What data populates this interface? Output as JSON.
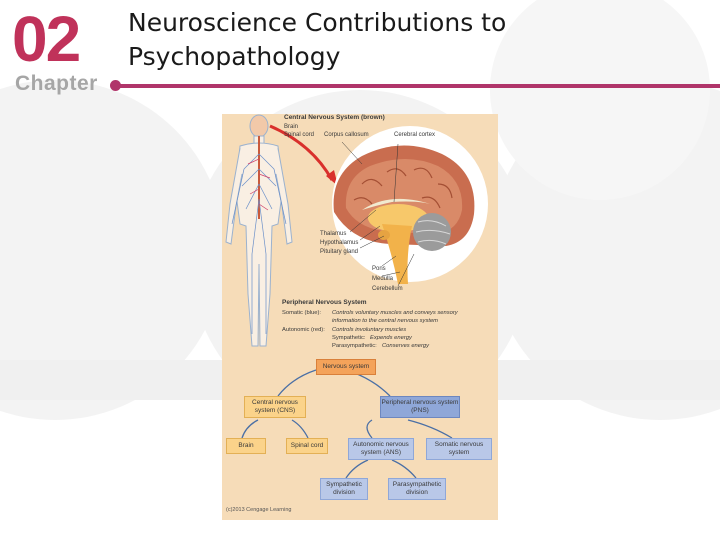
{
  "chapter": {
    "number": "02",
    "word": "Chapter"
  },
  "slide": {
    "title": "Neuroscience Contributions to Psychopathology"
  },
  "figure": {
    "cns_header": "Central Nervous System (brown)",
    "brain": "Brain",
    "spinal_cord": "Spinal cord",
    "corpus_callosum": "Corpus callosum",
    "cerebral_cortex": "Cerebral cortex",
    "thalamus": "Thalamus",
    "hypothalamus": "Hypothalamus",
    "pituitary": "Pituitary gland",
    "pons": "Pons",
    "medulla": "Medulla",
    "cerebellum": "Cerebellum",
    "pns_header": "Peripheral Nervous System",
    "somatic_label": "Somatic (blue):",
    "somatic_desc1": "Controls voluntary muscles and conveys sensory",
    "somatic_desc2": "information to the central nervous system",
    "autonomic_label": "Autonomic (red):",
    "autonomic_desc": "Controls involuntary muscles",
    "sympathetic_label": "Sympathetic:",
    "sympathetic_desc": "Expends energy",
    "parasympathetic_label": "Parasympathetic:",
    "parasympathetic_desc": "Conserves energy",
    "credit": "(c)2013 Cengage Learning"
  },
  "flowchart": {
    "nervous_system": "Nervous system",
    "cns": "Central nervous system (CNS)",
    "pns": "Peripheral nervous system (PNS)",
    "brain": "Brain",
    "spinal_cord": "Spinal cord",
    "ans": "Autonomic nervous system (ANS)",
    "somatic": "Somatic nervous system",
    "sympathetic": "Sympathetic division",
    "parasympathetic": "Parasympathetic division"
  },
  "colors": {
    "accent": "#b0356a",
    "chapter_number": "#c0325a",
    "figure_bg": "#f6dcb8",
    "cns_box": "#fbd38a",
    "root_box": "#f4a35a",
    "pns_box": "#8fa7d8",
    "leaf_blue": "#b9c8e8"
  }
}
